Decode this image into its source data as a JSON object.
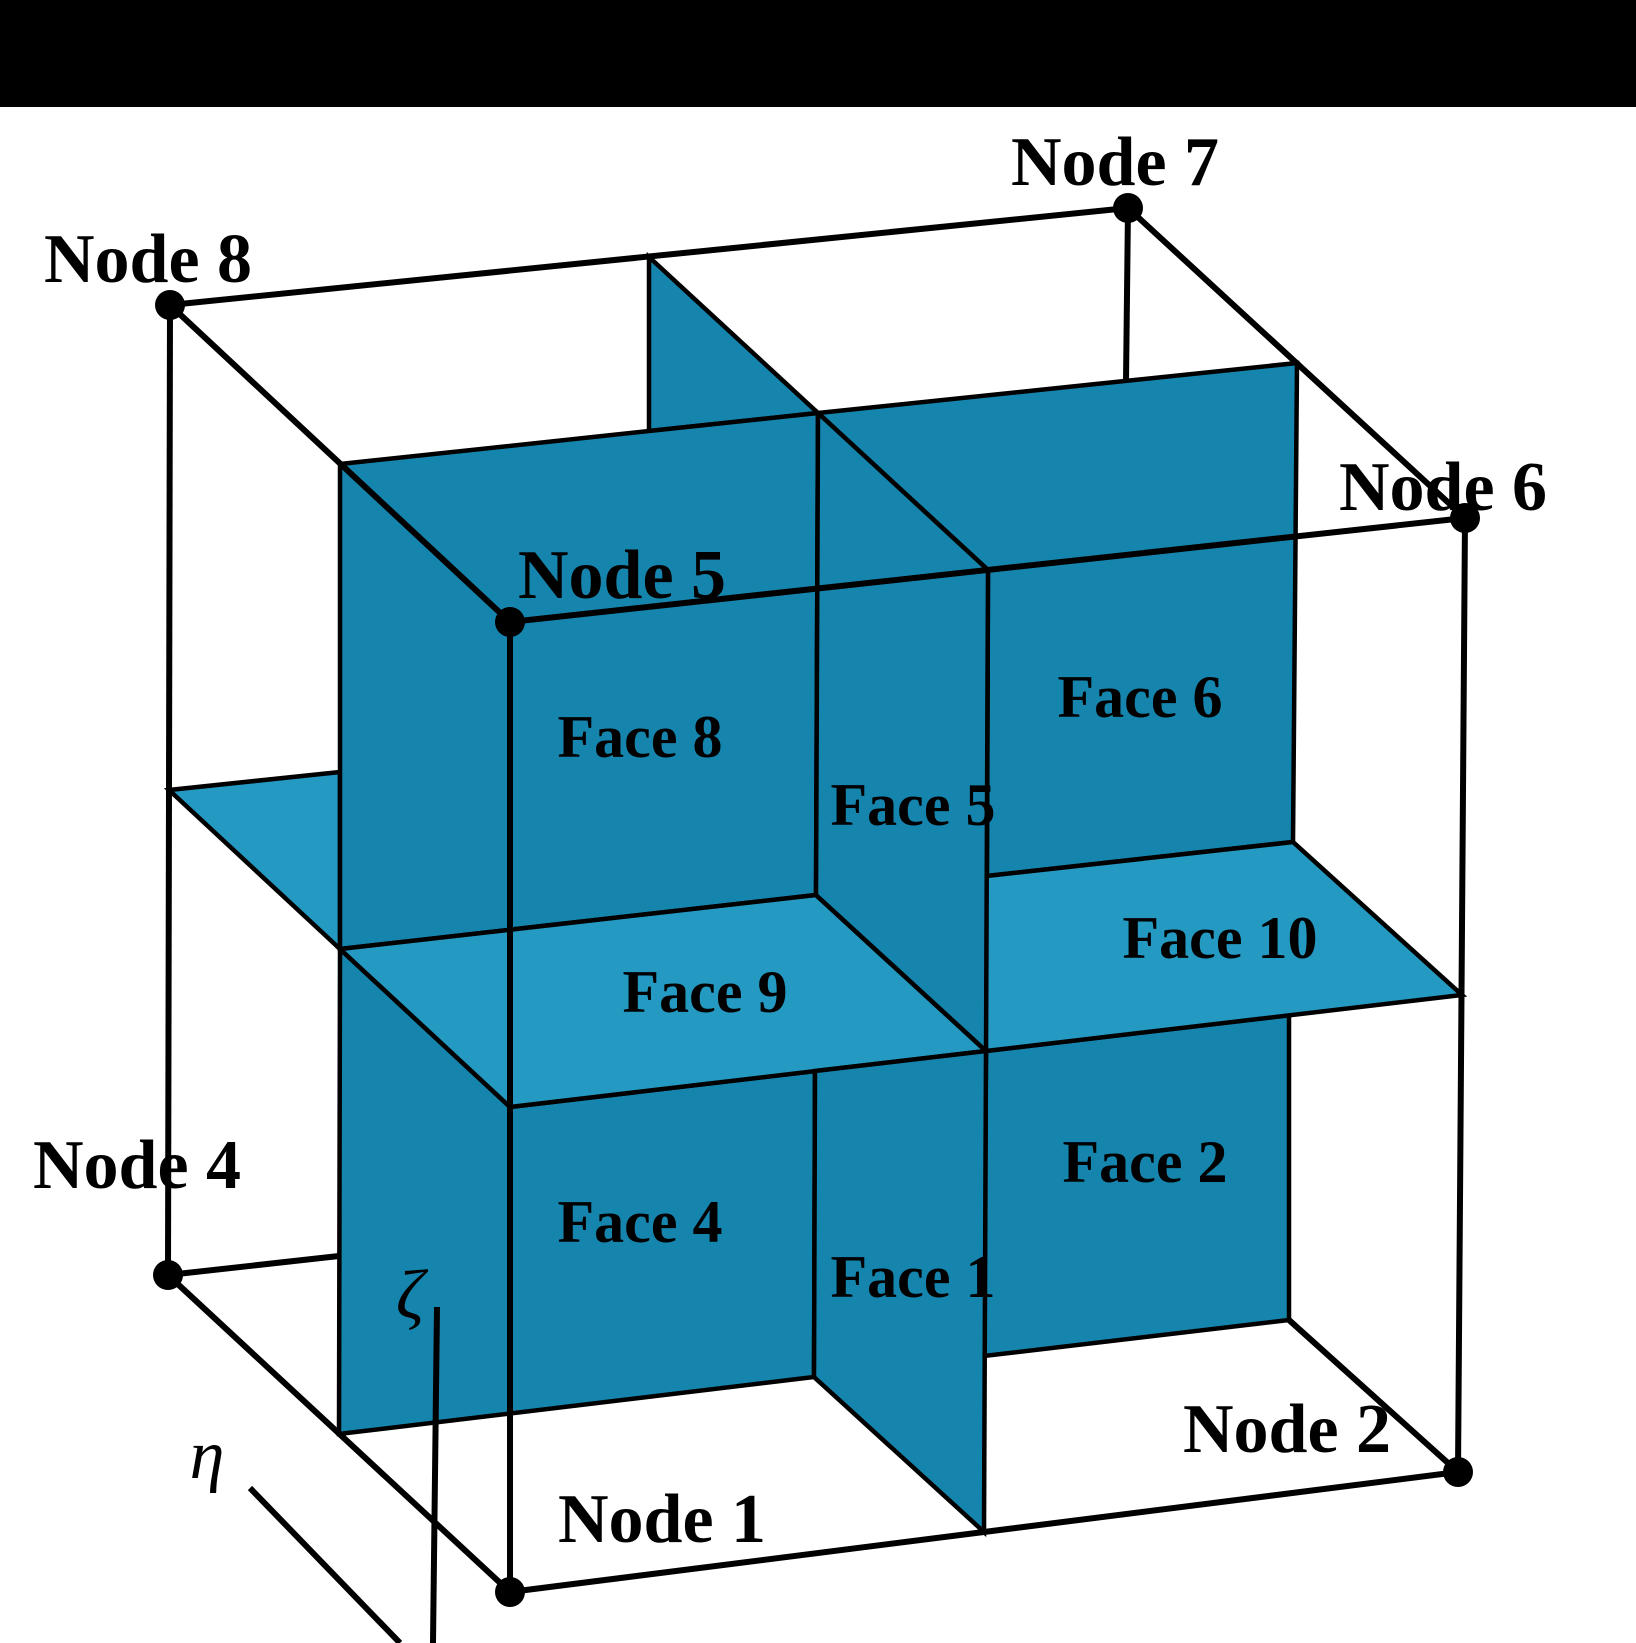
{
  "diagram": {
    "description": "Hexahedral element with numbered nodes and internal mid-plane faces",
    "node_labels": {
      "node1": "Node 1",
      "node2": "Node 2",
      "node4": "Node 4",
      "node5": "Node 5",
      "node6": "Node 6",
      "node7": "Node 7",
      "node8": "Node 8"
    },
    "face_labels": {
      "face1": "Face 1",
      "face2": "Face 2",
      "face4": "Face 4",
      "face5": "Face 5",
      "face6": "Face 6",
      "face8": "Face 8",
      "face9": "Face 9",
      "face10": "Face 10"
    },
    "axis_labels": {
      "eta": "η",
      "zeta": "ζ"
    },
    "colors": {
      "face_vertical": "#1685ae",
      "face_horizontal": "#2499c2",
      "edge": "#000000",
      "top_bar": "#000000",
      "background": "#ffffff"
    }
  }
}
